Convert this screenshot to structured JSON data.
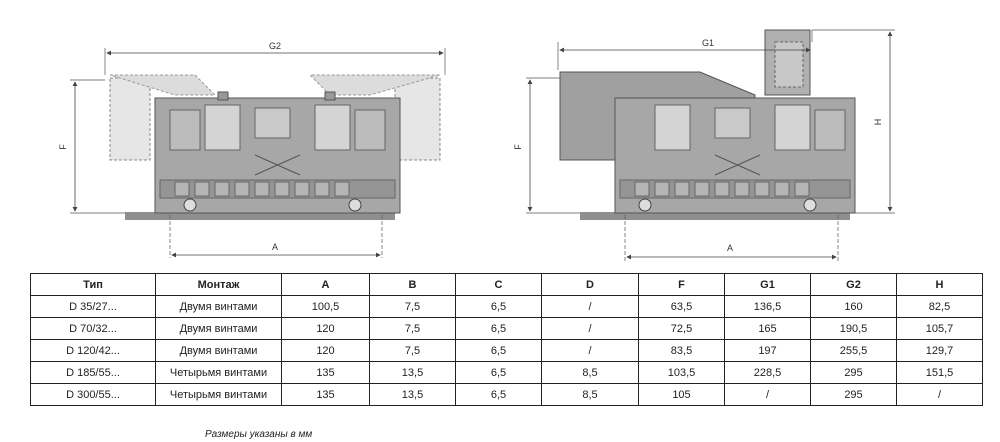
{
  "drawing_left": {
    "label_width": "G2",
    "label_height": "F",
    "label_base": "A"
  },
  "drawing_right": {
    "label_width": "G1",
    "label_height": "F",
    "label_total_height": "H",
    "label_base": "A"
  },
  "table": {
    "headers": [
      "Тип",
      "Монтаж",
      "A",
      "B",
      "C",
      "D",
      "F",
      "G1",
      "G2",
      "H"
    ],
    "rows": [
      [
        "D 35/27...",
        "Двумя винтами",
        "100,5",
        "7,5",
        "6,5",
        "/",
        "63,5",
        "136,5",
        "160",
        "82,5"
      ],
      [
        "D 70/32...",
        "Двумя винтами",
        "120",
        "7,5",
        "6,5",
        "/",
        "72,5",
        "165",
        "190,5",
        "105,7"
      ],
      [
        "D 120/42...",
        "Двумя винтами",
        "120",
        "7,5",
        "6,5",
        "/",
        "83,5",
        "197",
        "255,5",
        "129,7"
      ],
      [
        "D 185/55...",
        "Четырьмя винтами",
        "135",
        "13,5",
        "6,5",
        "8,5",
        "103,5",
        "228,5",
        "295",
        "151,5"
      ],
      [
        "D 300/55...",
        "Четырьмя винтами",
        "135",
        "13,5",
        "6,5",
        "8,5",
        "105",
        "/",
        "295",
        "/"
      ]
    ]
  },
  "note": "Размеры указаны в мм"
}
